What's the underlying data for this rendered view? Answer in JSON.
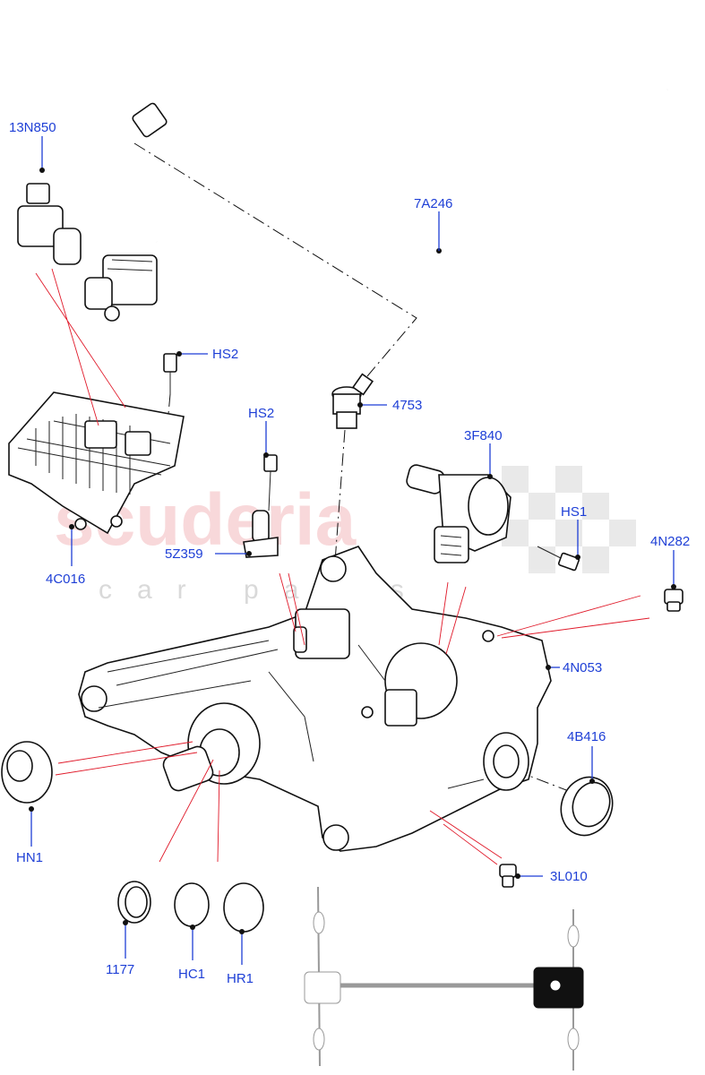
{
  "watermark": {
    "brand": "scuderia",
    "tagline": "car parts"
  },
  "callouts": [
    {
      "id": "13N850",
      "label": "13N850"
    },
    {
      "id": "7A246",
      "label": "7A246"
    },
    {
      "id": "HS2a",
      "label": "HS2"
    },
    {
      "id": "HS2b",
      "label": "HS2"
    },
    {
      "id": "4753",
      "label": "4753"
    },
    {
      "id": "3F840",
      "label": "3F840"
    },
    {
      "id": "HS1",
      "label": "HS1"
    },
    {
      "id": "4N282",
      "label": "4N282"
    },
    {
      "id": "5Z359",
      "label": "5Z359"
    },
    {
      "id": "4C016",
      "label": "4C016"
    },
    {
      "id": "4N053",
      "label": "4N053"
    },
    {
      "id": "4B416",
      "label": "4B416"
    },
    {
      "id": "HN1",
      "label": "HN1"
    },
    {
      "id": "3L010",
      "label": "3L010"
    },
    {
      "id": "1177",
      "label": "1177"
    },
    {
      "id": "HC1",
      "label": "HC1"
    },
    {
      "id": "HR1",
      "label": "HR1"
    }
  ],
  "colors": {
    "callout_text": "#1e3fd6",
    "leader_red": "#e01a2a",
    "line_art": "#111111"
  }
}
